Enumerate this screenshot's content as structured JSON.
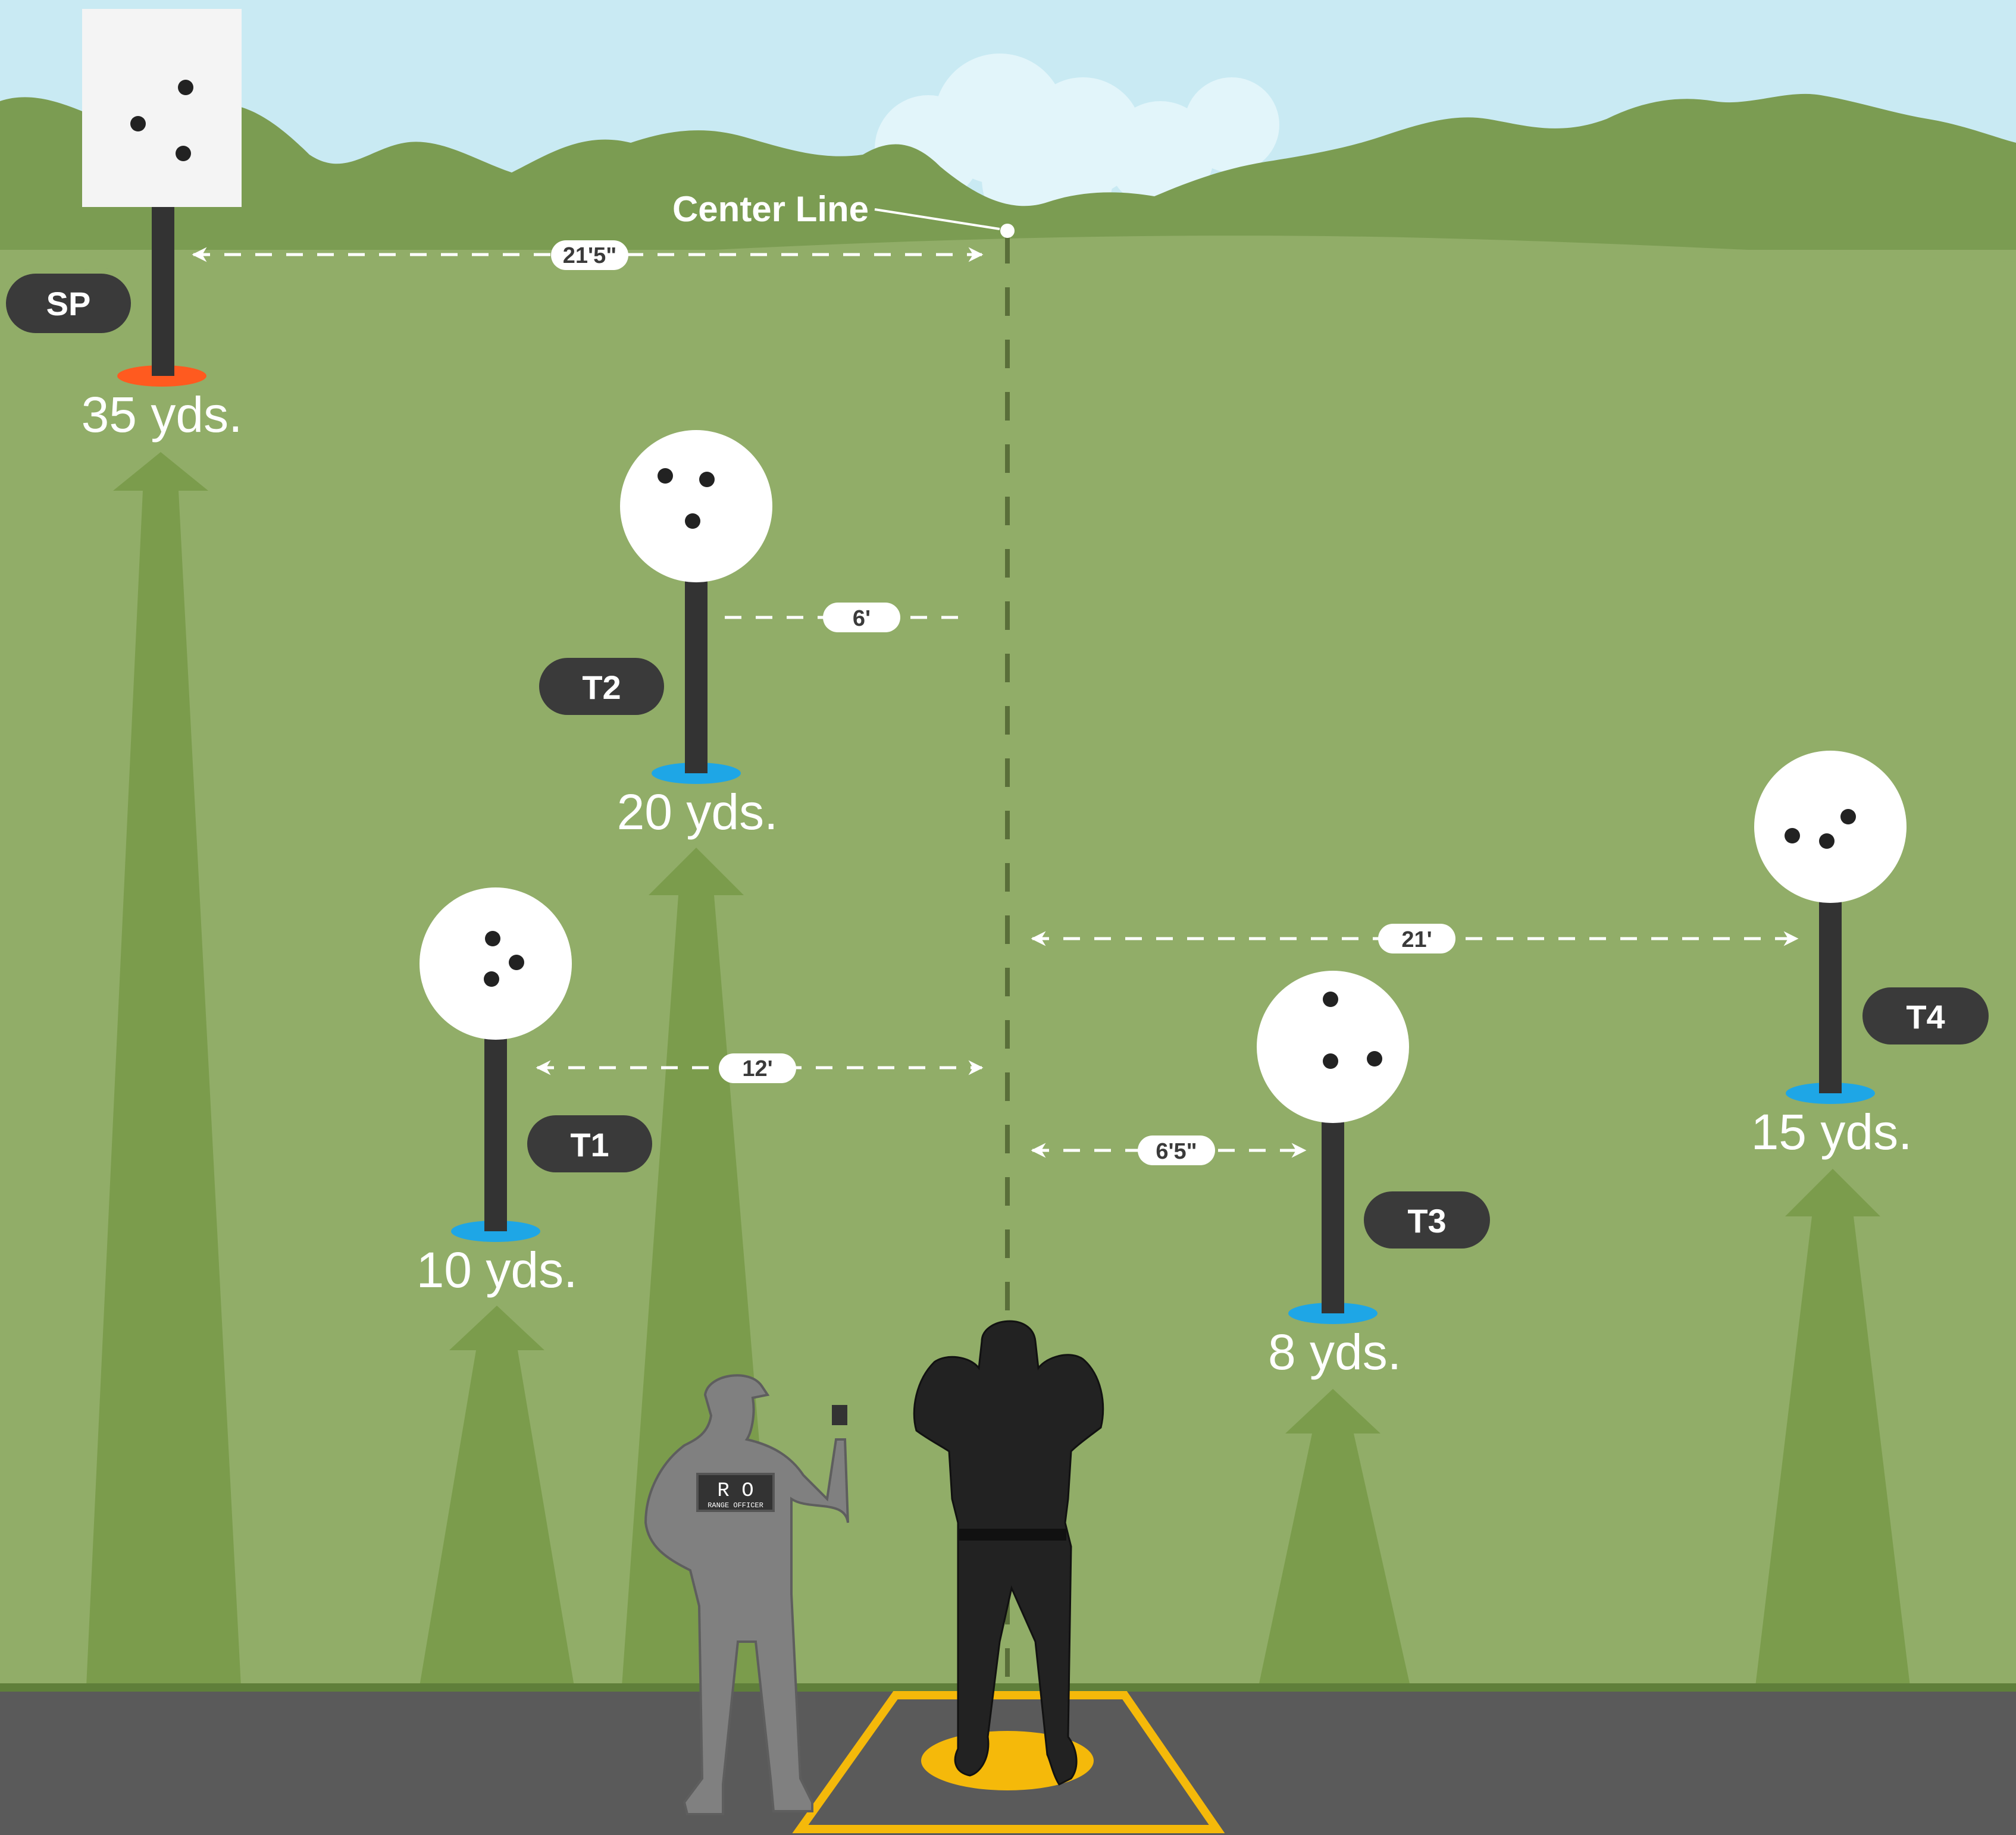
{
  "center_line": {
    "label": "Center Line"
  },
  "targets": [
    {
      "id": "sp",
      "tag": "SP",
      "distance": "35 yds.",
      "shape": "rectangle",
      "marker_color": "#ff5a1f"
    },
    {
      "id": "t1",
      "tag": "T1",
      "distance": "10 yds.",
      "shape": "circle",
      "marker_color": "#1ea6e6"
    },
    {
      "id": "t2",
      "tag": "T2",
      "distance": "20 yds.",
      "shape": "circle",
      "marker_color": "#1ea6e6"
    },
    {
      "id": "t3",
      "tag": "T3",
      "distance": "8 yds.",
      "shape": "circle",
      "marker_color": "#1ea6e6"
    },
    {
      "id": "t4",
      "tag": "T4",
      "distance": "15 yds.",
      "shape": "circle",
      "marker_color": "#1ea6e6"
    }
  ],
  "offsets": [
    {
      "id": "sp",
      "label": "21'5\""
    },
    {
      "id": "t2",
      "label": "6'"
    },
    {
      "id": "t1",
      "label": "12'"
    },
    {
      "id": "t3",
      "label": "6'5\""
    },
    {
      "id": "t4",
      "label": "21'"
    }
  ],
  "range_officer": {
    "vest_title": "R O",
    "vest_subtitle": "RANGE OFFICER"
  },
  "colors": {
    "sky": "#c9eaf3",
    "grass": "#91ad68",
    "trees": "#7b9c52",
    "lane": "#7b9c4c",
    "ground": "#5a5a5a",
    "shooter_box": "#f5b90a",
    "label_pill": "#3a3a3a",
    "shooter": "#222222",
    "range_officer": "#808080"
  }
}
